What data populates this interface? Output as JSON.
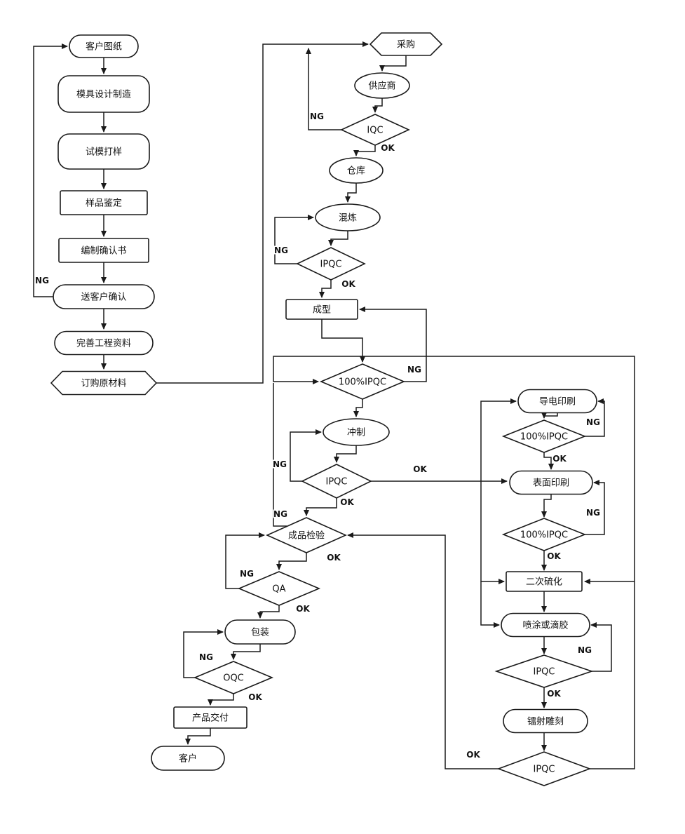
{
  "diagram": {
    "colors": {
      "stroke": "#1a1a1a",
      "fill": "#ffffff",
      "background": "#ffffff",
      "text": "#111111"
    },
    "nodes": [
      {
        "id": "A1",
        "name": "customer-drawing",
        "shape": "stadium",
        "label": "客户图纸"
      },
      {
        "id": "A2",
        "name": "mold-design-manufacture",
        "shape": "rounded",
        "label": "模具设计制造"
      },
      {
        "id": "A3",
        "name": "trial-mold-sampling",
        "shape": "rounded",
        "label": "试模打样"
      },
      {
        "id": "A4",
        "name": "sample-evaluation",
        "shape": "rect",
        "label": "样品鉴定"
      },
      {
        "id": "A5",
        "name": "prepare-confirmation-doc",
        "shape": "rect",
        "label": "编制确认书"
      },
      {
        "id": "A6",
        "name": "send-customer-confirmation",
        "shape": "stadium",
        "label": "送客户确认"
      },
      {
        "id": "A7",
        "name": "complete-engineering-data",
        "shape": "stadium",
        "label": "完善工程资料"
      },
      {
        "id": "A8",
        "name": "order-raw-materials",
        "shape": "hexagon",
        "label": "订购原材料"
      },
      {
        "id": "B1",
        "name": "purchasing",
        "shape": "hexagon",
        "label": "采购"
      },
      {
        "id": "B2",
        "name": "supplier",
        "shape": "ellipse",
        "label": "供应商"
      },
      {
        "id": "B3",
        "name": "iqc",
        "shape": "diamond",
        "label": "IQC"
      },
      {
        "id": "B4",
        "name": "warehouse",
        "shape": "ellipse",
        "label": "仓库"
      },
      {
        "id": "B5",
        "name": "mixing",
        "shape": "ellipse",
        "label": "混炼"
      },
      {
        "id": "B6",
        "name": "ipqc-mixing",
        "shape": "diamond",
        "label": "IPQC"
      },
      {
        "id": "B7",
        "name": "molding",
        "shape": "rect",
        "label": "成型"
      },
      {
        "id": "B8",
        "name": "ipqc-100-molding",
        "shape": "diamond",
        "label": "100%IPQC"
      },
      {
        "id": "B9",
        "name": "punching",
        "shape": "ellipse",
        "label": "冲制"
      },
      {
        "id": "B10",
        "name": "ipqc-punching",
        "shape": "diamond",
        "label": "IPQC"
      },
      {
        "id": "B11",
        "name": "finished-product-inspection",
        "shape": "diamond",
        "label": "成品检验"
      },
      {
        "id": "B12",
        "name": "qa-check",
        "shape": "diamond",
        "label": "QA"
      },
      {
        "id": "B13",
        "name": "packaging",
        "shape": "stadium",
        "label": "包装"
      },
      {
        "id": "B14",
        "name": "oqc",
        "shape": "diamond",
        "label": "OQC"
      },
      {
        "id": "B15",
        "name": "product-delivery",
        "shape": "rect",
        "label": "产品交付"
      },
      {
        "id": "B16",
        "name": "customer",
        "shape": "stadium",
        "label": "客户"
      },
      {
        "id": "C1",
        "name": "conductive-printing",
        "shape": "stadium",
        "label": "导电印刷"
      },
      {
        "id": "C2",
        "name": "ipqc-100-conductive",
        "shape": "diamond",
        "label": "100%IPQC"
      },
      {
        "id": "C3",
        "name": "surface-printing",
        "shape": "stadium",
        "label": "表面印刷"
      },
      {
        "id": "C4",
        "name": "ipqc-100-surface",
        "shape": "diamond",
        "label": "100%IPQC"
      },
      {
        "id": "C5",
        "name": "secondary-vulcanization",
        "shape": "rect",
        "label": "二次硫化"
      },
      {
        "id": "C6",
        "name": "spray-or-epoxy-coating",
        "shape": "stadium",
        "label": "喷涂或滴胶"
      },
      {
        "id": "C7",
        "name": "ipqc-coating",
        "shape": "diamond",
        "label": "IPQC"
      },
      {
        "id": "C8",
        "name": "laser-engraving",
        "shape": "stadium",
        "label": "镭射雕刻"
      },
      {
        "id": "C9",
        "name": "ipqc-laser",
        "shape": "diamond",
        "label": "IPQC"
      }
    ],
    "edges": [
      {
        "id": "e1",
        "from": "A1",
        "to": "A2"
      },
      {
        "id": "e2",
        "from": "A2",
        "to": "A3"
      },
      {
        "id": "e3",
        "from": "A3",
        "to": "A4"
      },
      {
        "id": "e4",
        "from": "A4",
        "to": "A5"
      },
      {
        "id": "e5",
        "from": "A5",
        "to": "A6"
      },
      {
        "id": "e6",
        "from": "A6",
        "to": "A7"
      },
      {
        "id": "e7",
        "from": "A6",
        "to": "A1",
        "label": "NG"
      },
      {
        "id": "e8",
        "from": "A7",
        "to": "A8"
      },
      {
        "id": "e9",
        "from": "A8",
        "to": "B1"
      },
      {
        "id": "e10",
        "from": "B1",
        "to": "B2"
      },
      {
        "id": "e11",
        "from": "B2",
        "to": "B3"
      },
      {
        "id": "e12",
        "from": "B3",
        "to": "B1",
        "label": "NG"
      },
      {
        "id": "e13",
        "from": "B3",
        "to": "B4",
        "label": "OK"
      },
      {
        "id": "e14",
        "from": "B4",
        "to": "B5"
      },
      {
        "id": "e15",
        "from": "B5",
        "to": "B6"
      },
      {
        "id": "e16",
        "from": "B6",
        "to": "B5",
        "label": "NG"
      },
      {
        "id": "e17",
        "from": "B6",
        "to": "B7",
        "label": "OK"
      },
      {
        "id": "e18",
        "from": "B7",
        "to": "B8"
      },
      {
        "id": "e19",
        "from": "B8",
        "to": "B7",
        "label": "NG"
      },
      {
        "id": "e20",
        "from": "B8",
        "to": "B9"
      },
      {
        "id": "e21",
        "from": "B9",
        "to": "B10"
      },
      {
        "id": "e22",
        "from": "B10",
        "to": "B9",
        "label": "NG"
      },
      {
        "id": "e23",
        "from": "B10",
        "to": "B11",
        "label": "OK"
      },
      {
        "id": "e24",
        "from": "B10",
        "to": "C3",
        "label": "OK"
      },
      {
        "id": "e25",
        "from": "B10",
        "to": "C1"
      },
      {
        "id": "e26",
        "from": "B10",
        "to": "C5"
      },
      {
        "id": "e27",
        "from": "B10",
        "to": "C6"
      },
      {
        "id": "e28",
        "from": "C1",
        "to": "C2"
      },
      {
        "id": "e29",
        "from": "C2",
        "to": "C1",
        "label": "NG"
      },
      {
        "id": "e30",
        "from": "C2",
        "to": "C3",
        "label": "OK"
      },
      {
        "id": "e31",
        "from": "C3",
        "to": "C4"
      },
      {
        "id": "e32",
        "from": "C4",
        "to": "C3",
        "label": "NG"
      },
      {
        "id": "e33",
        "from": "C4",
        "to": "C5",
        "label": "OK"
      },
      {
        "id": "e34",
        "from": "C5",
        "to": "C6"
      },
      {
        "id": "e35",
        "from": "C6",
        "to": "C7"
      },
      {
        "id": "e36",
        "from": "C7",
        "to": "C6",
        "label": "NG"
      },
      {
        "id": "e37",
        "from": "C7",
        "to": "C8",
        "label": "OK"
      },
      {
        "id": "e38",
        "from": "C8",
        "to": "C9"
      },
      {
        "id": "e39",
        "from": "C9",
        "to": "B11",
        "label": "OK"
      },
      {
        "id": "e40",
        "from": "C9",
        "to": "B8"
      },
      {
        "id": "e41",
        "from": "C9",
        "to": "C5"
      },
      {
        "id": "e42",
        "from": "B11",
        "to": "B8",
        "label": "NG"
      },
      {
        "id": "e43",
        "from": "B12",
        "to": "B11",
        "label": "NG"
      },
      {
        "id": "e44",
        "from": "B11",
        "to": "B12",
        "label": "OK"
      },
      {
        "id": "e45",
        "from": "B12",
        "to": "B13",
        "label": "OK"
      },
      {
        "id": "e46",
        "from": "B13",
        "to": "B14"
      },
      {
        "id": "e47",
        "from": "B14",
        "to": "B13",
        "label": "NG"
      },
      {
        "id": "e48",
        "from": "B14",
        "to": "B15",
        "label": "OK"
      },
      {
        "id": "e49",
        "from": "B15",
        "to": "B16"
      }
    ]
  }
}
